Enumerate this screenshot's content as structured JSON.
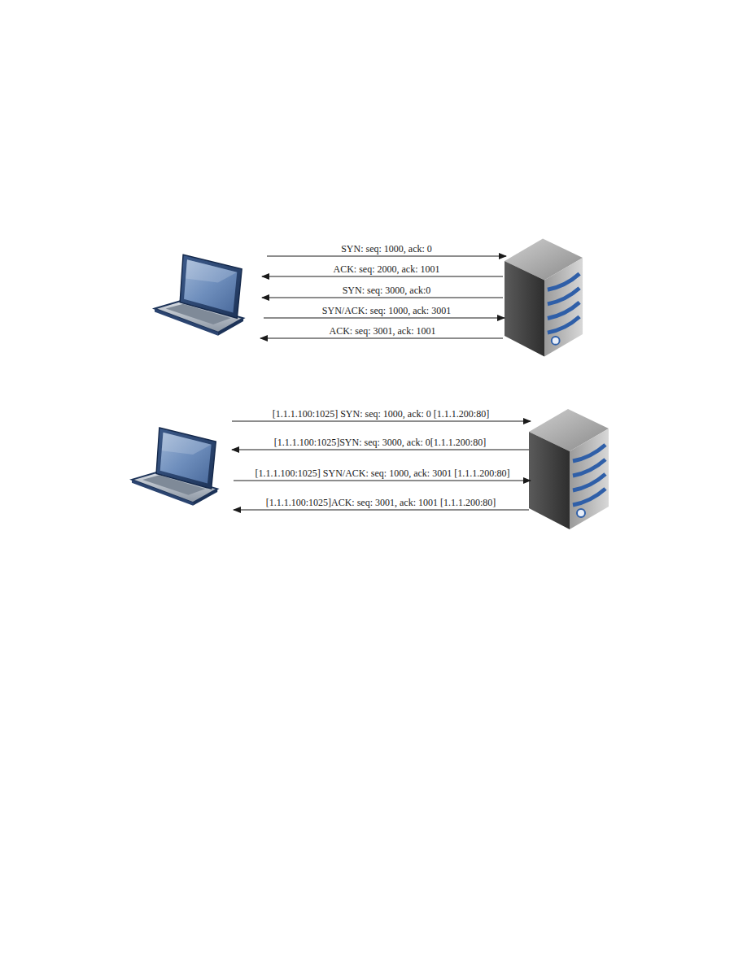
{
  "diagram": {
    "labels": [
      "SYN: seq: 1000, ack: 0",
      "ACK: seq: 2000, ack: 1001",
      "SYN: seq: 3000, ack:0",
      "SYN/ACK: seq: 1000, ack: 3001",
      "ACK: seq: 3001, ack: 1001",
      "[1.1.1.100:1025] SYN: seq: 1000, ack: 0 [1.1.1.200:80]",
      "[1.1.1.100:1025]SYN: seq: 3000, ack: 0[1.1.1.200:80]",
      "[1.1.1.100:1025] SYN/ACK: seq: 1000, ack: 3001 [1.1.1.200:80]",
      "[1.1.1.100:1025]ACK: seq: 3001, ack: 1001 [1.1.1.200:80]"
    ]
  }
}
